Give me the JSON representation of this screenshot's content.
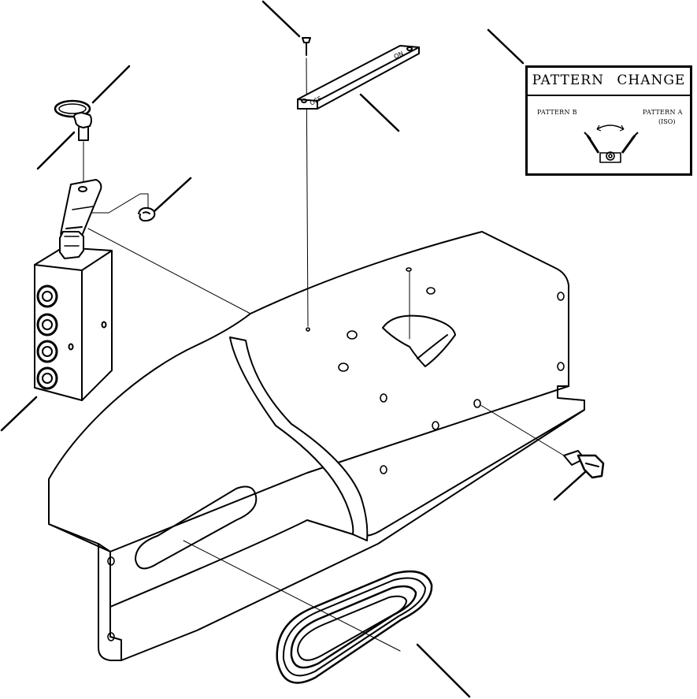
{
  "decal": {
    "title": "PATTERN CHANGE",
    "pattern_b": "PATTERN B",
    "pattern_a": "PATTERN A",
    "iso": "(ISO)"
  },
  "plate": {
    "text_left": "OFF",
    "text_right": "ON"
  }
}
